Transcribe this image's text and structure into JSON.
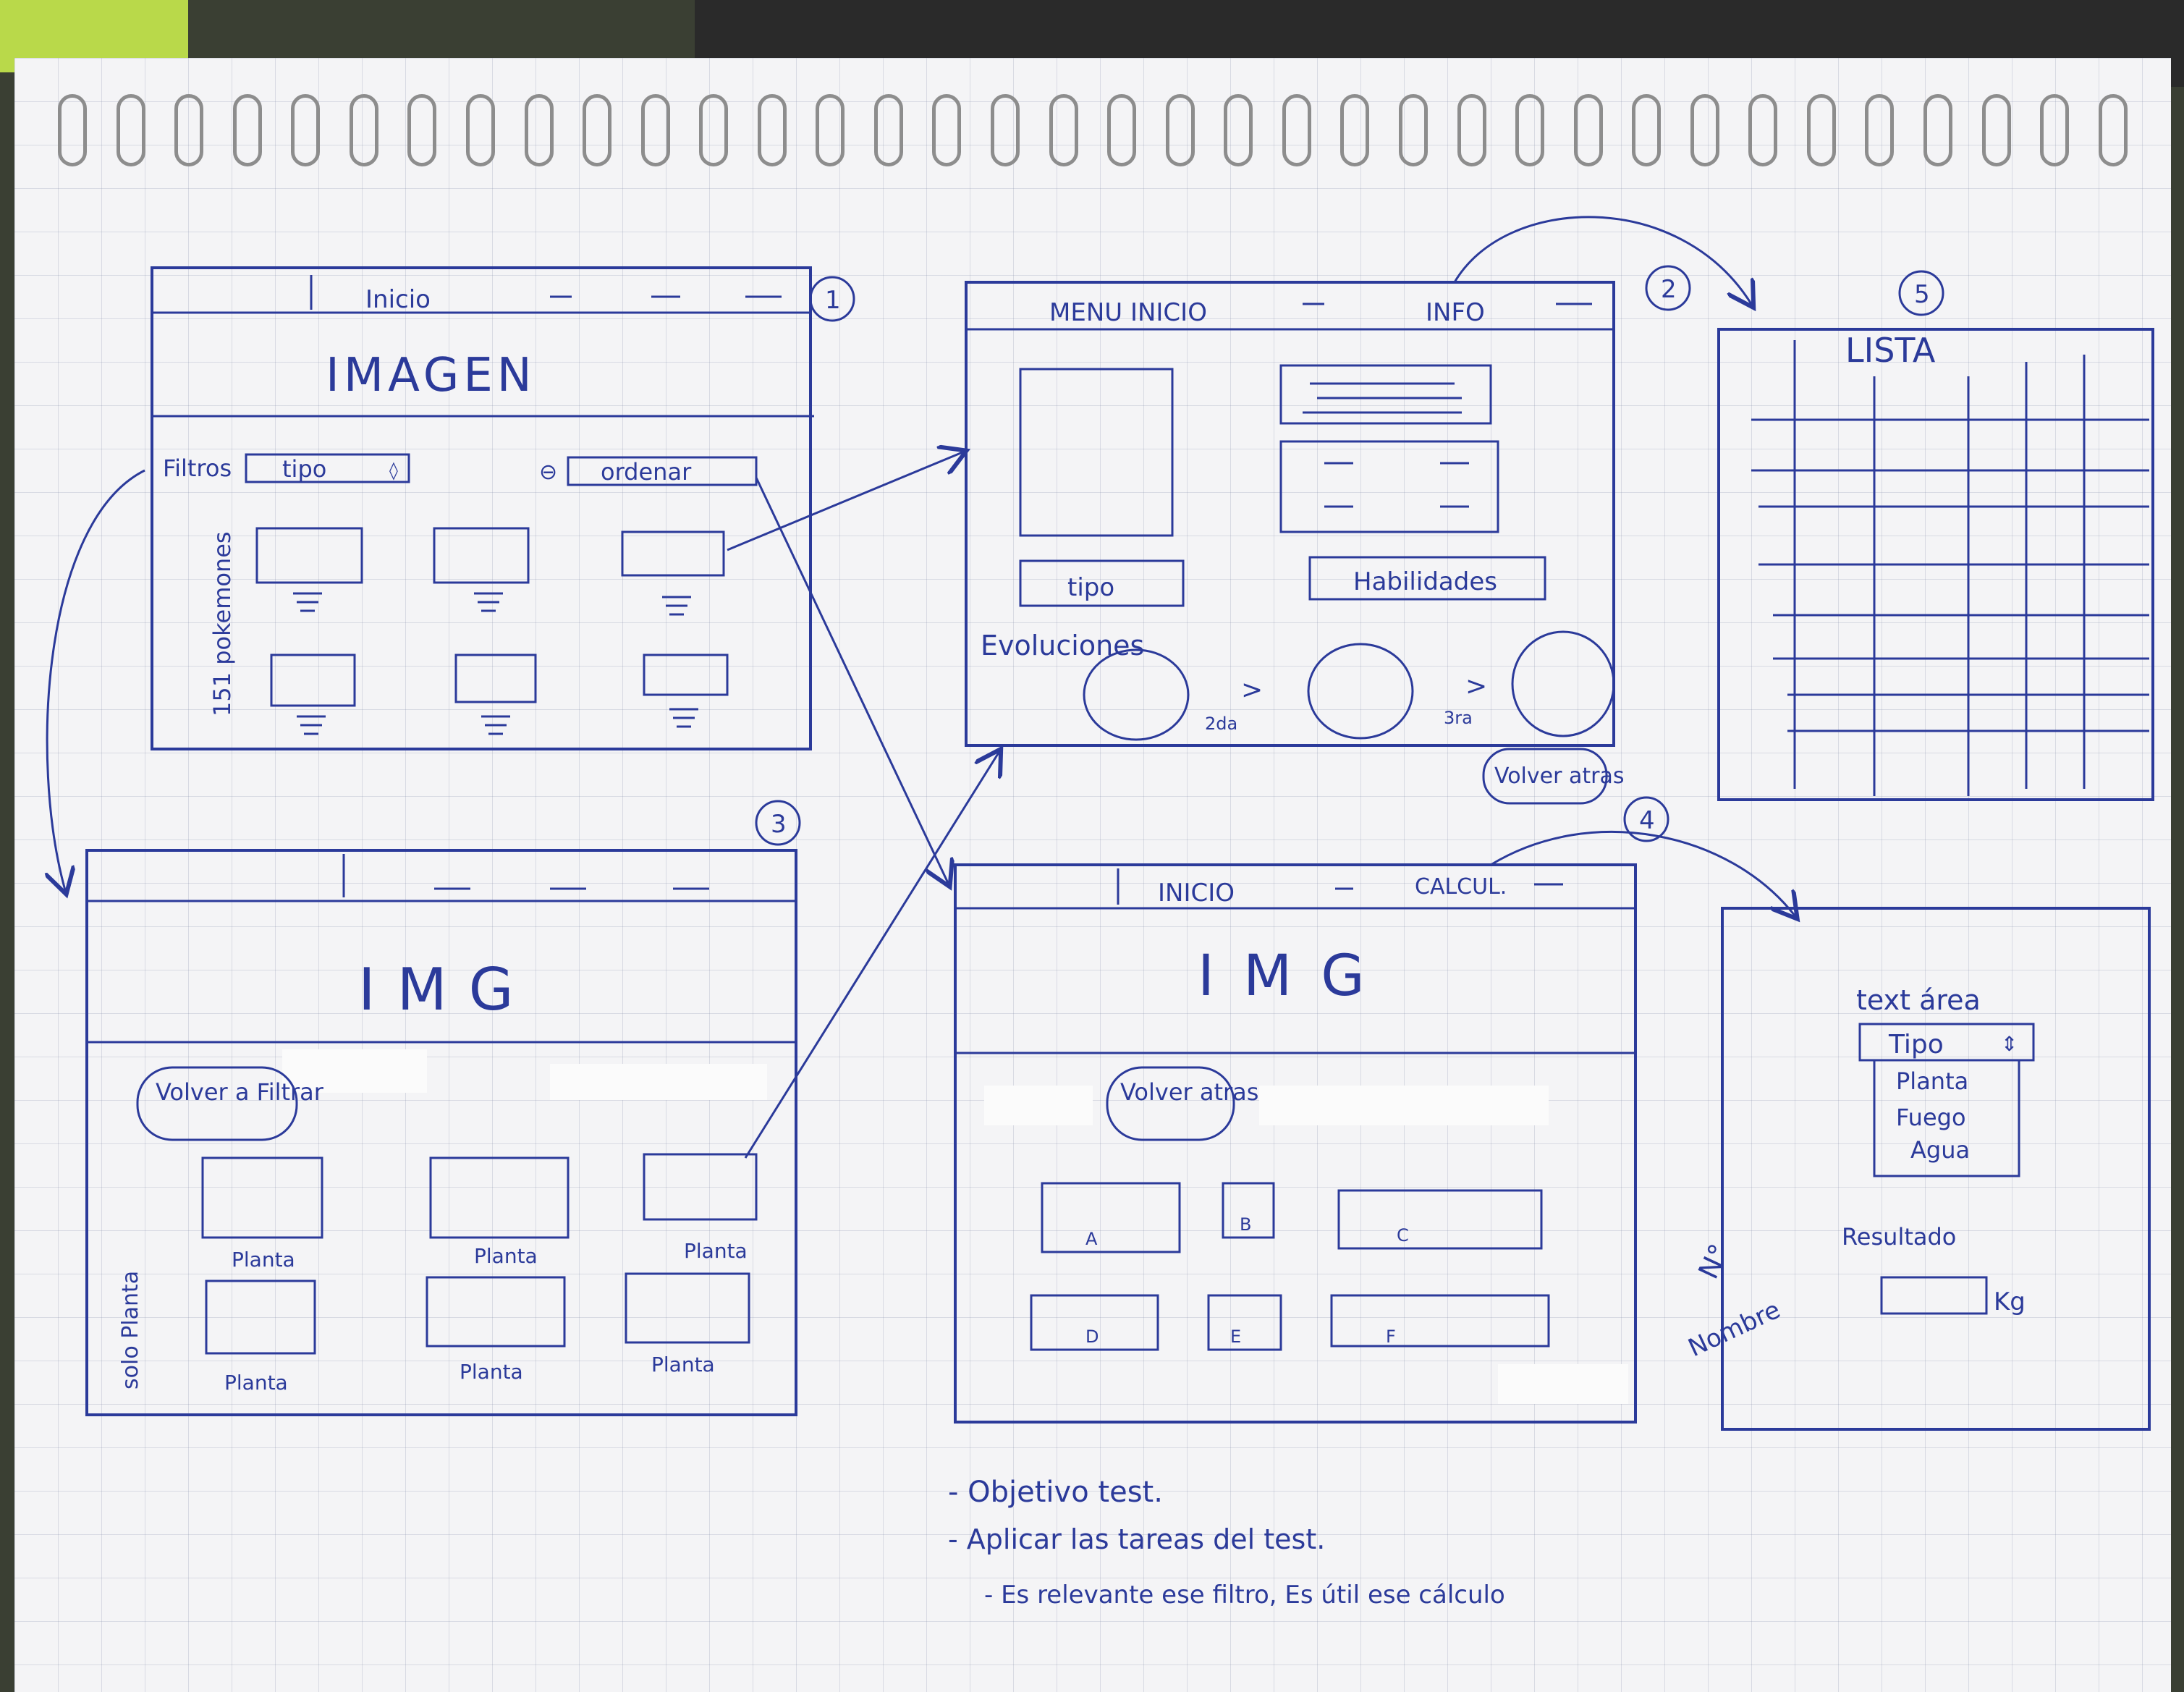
{
  "screen1": {
    "number": "1",
    "menu": "Inicio",
    "image": "IMAGEN",
    "filter_label": "Filtros",
    "filter_select": "tipo",
    "sort_button": "ordenar",
    "side_label": "151 pokemones"
  },
  "screen2": {
    "number": "2",
    "menu": "MENU INICIO",
    "info": "INFO",
    "type_button": "tipo",
    "skills_button": "Habilidades",
    "evolutions_label": "Evoluciones",
    "evo_label_1": "2da",
    "evo_label_2": "3ra",
    "back_button": "Volver atras"
  },
  "screen3": {
    "number": "3",
    "image": "IMG",
    "back_button": "Volver a Filtrar",
    "side_label": "solo Planta",
    "cards": [
      "Planta",
      "Planta",
      "Planta",
      "Planta",
      "Planta",
      "Planta"
    ]
  },
  "screen4": {
    "number": "4",
    "menu": "INICIO",
    "calc": "CALCUL.",
    "image": "IMG",
    "back_button": "Volver atras",
    "cells": [
      "A",
      "B",
      "C",
      "D",
      "E",
      "F"
    ]
  },
  "screen5": {
    "number": "5",
    "title": "LISTA"
  },
  "calc_panel": {
    "textarea_label": "text área",
    "select_value": "Tipo",
    "options": [
      "Planta",
      "Fuego",
      "Agua"
    ],
    "number_label": "N°",
    "name_label": "Nombre",
    "result_label": "Resultado",
    "unit": "Kg"
  },
  "notes": [
    "- Objetivo test.",
    "- Aplicar las tareas del test.",
    "- Es relevante ese filtro, Es útil ese cálculo"
  ]
}
